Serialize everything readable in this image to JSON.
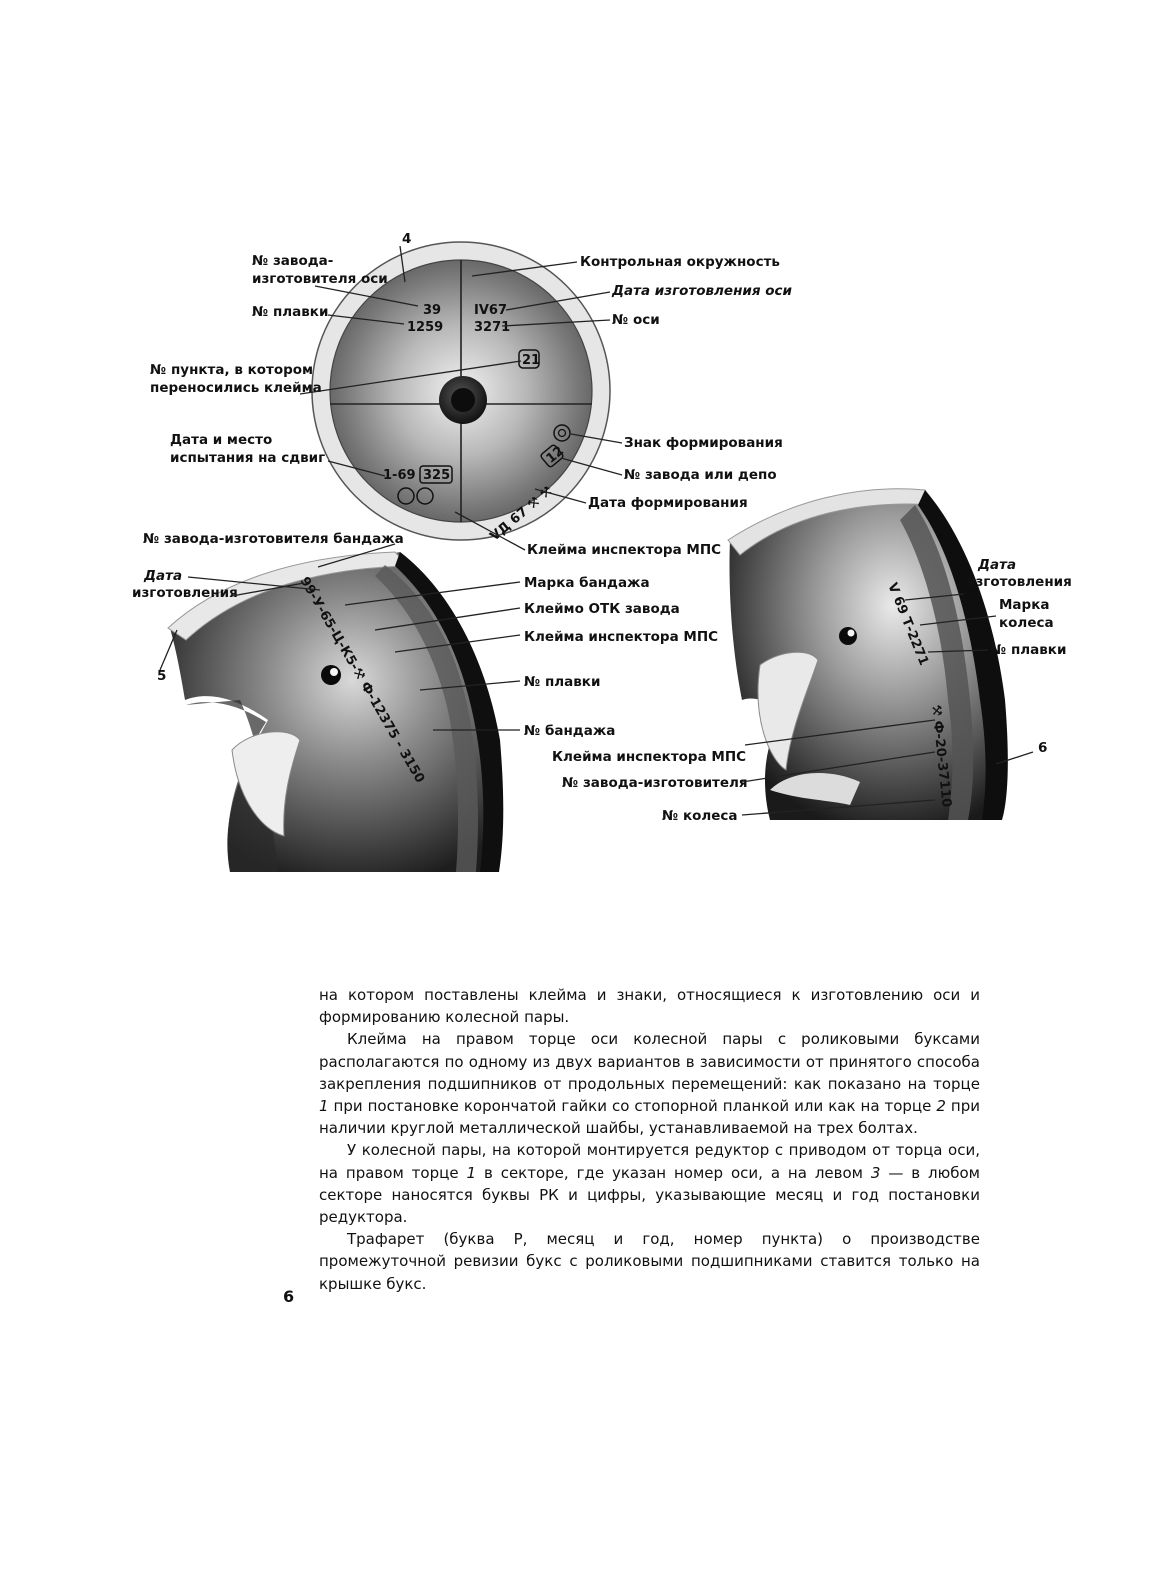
{
  "figure": {
    "callouts": {
      "n4": "4",
      "n5": "5",
      "n6": "6"
    },
    "axle_labels": {
      "factory_l1": "№ завода-",
      "factory_l2": "изготовителя оси",
      "melt": "№ плавки",
      "point_l1": "№ пункта, в котором",
      "point_l2": "переносились клейма",
      "shear_l1": "Дата и место",
      "shear_l2": "испытания на сдвиг",
      "control_circle": "Контрольная окружность",
      "axle_date": "Дата изготовления оси",
      "axle_no": "№ оси",
      "form_sign": "Знак формирования",
      "depot_no": "№ завода или депо",
      "form_date": "Дата формирования",
      "inspector": "Клейма инспектора МПС"
    },
    "axle_stamps": {
      "s39": "39",
      "s1259": "1259",
      "s4v67": "IV67",
      "s3271": "3271",
      "s21": "21",
      "s12": "12",
      "s169": "1-69",
      "s325": "325",
      "vd67": "VД 67 ⚒ ⚒"
    },
    "tire_labels": {
      "factory_tire": "№ завода-изготовителя бандажа",
      "date_l1": "Дата",
      "date_l2": "изготовления",
      "tire_mark": "Марка бандажа",
      "otk": "Клеймо ОТК завода",
      "inspector": "Клейма инспектора МПС",
      "melt": "№ плавки",
      "tire_no": "№ бандажа"
    },
    "tire_stamp": "99-У-65-Ц-К5-⚒ Ф-12375 - 3150",
    "wheel_labels": {
      "date_l1": "Дата",
      "date_l2": "изготовления",
      "mark_l1": "Марка",
      "mark_l2": "колеса",
      "melt": "№ плавки",
      "inspector": "Клейма инспектора МПС",
      "factory": "№ завода-изготовителя",
      "wheel_no": "№ колеса"
    },
    "wheel_stamps": {
      "upper": "V 69 Т-2271",
      "lower": "⚒ Ф-20-37110"
    }
  },
  "body": {
    "p1": "на котором поставлены клейма и знаки, относящиеся к изготовлению оси и формированию колесной пары.",
    "p2_a": "Клейма на правом торце оси колесной пары с роликовыми буксами располагаются по одному из двух вариантов в зависимости от принятого способа закрепления подшипников от продольных перемещений: как показано на торце ",
    "p2_n1": "1",
    "p2_b": " при постановке корончатой гайки со стопорной планкой или как на торце ",
    "p2_n2": "2",
    "p2_c": " при наличии круглой металлической шайбы, устанавливаемой на трех болтах.",
    "p3_a": "У колесной пары, на которой монтируется редуктор с приводом от торца оси, на правом торце ",
    "p3_n1": "1",
    "p3_b": " в секторе, где указан номер оси, а на левом ",
    "p3_n2": "3",
    "p3_c": " — в любом секторе наносятся буквы РК и цифры, указывающие месяц и год постановки редуктора.",
    "p4": "Трафарет (буква Р, месяц и год, номер пункта) о производстве промежуточной ревизии букс с роликовыми подшипниками ставится только на крышке букс."
  },
  "page_number": "6"
}
